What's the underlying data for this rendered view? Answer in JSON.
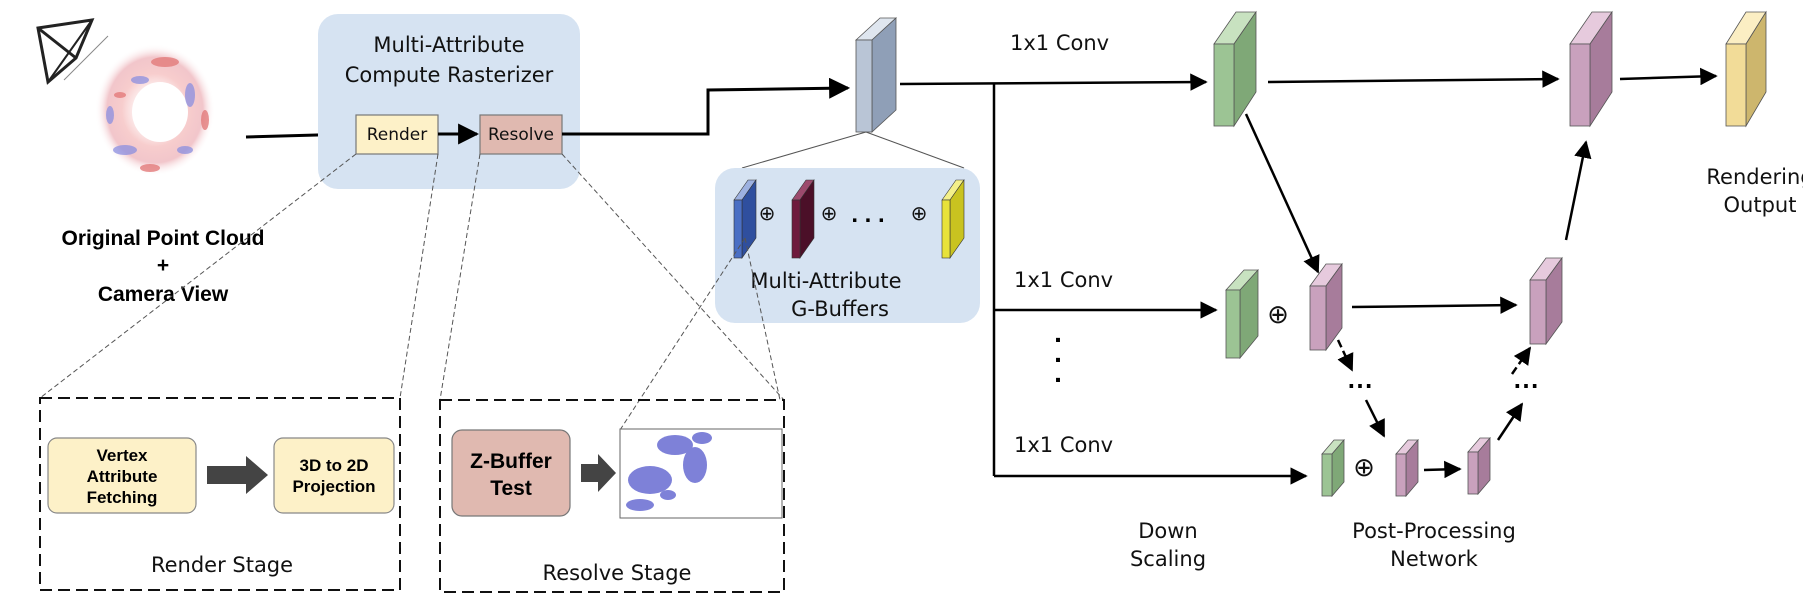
{
  "input": {
    "line1": "Original Point Cloud",
    "line2": "+",
    "line3": "Camera View"
  },
  "rasterizer": {
    "title_line1": "Multi-Attribute",
    "title_line2": "Compute Rasterizer",
    "render_label": "Render",
    "resolve_label": "Resolve"
  },
  "gbuffers": {
    "label_line1": "Multi-Attribute",
    "label_line2": "G-Buffers",
    "op": "⊕",
    "ellipsis": ". . ."
  },
  "render_stage": {
    "title": "Render Stage",
    "box1_line1": "Vertex",
    "box1_line2": "Attribute",
    "box1_line3": "Fetching",
    "box2_line1": "3D to 2D",
    "box2_line2": "Projection"
  },
  "resolve_stage": {
    "title": "Resolve Stage",
    "box1_line1": "Z-Buffer",
    "box1_line2": "Test"
  },
  "network": {
    "conv_label": "1x1 Conv",
    "op": "⊕",
    "dots": "⋯",
    "vdots": ".",
    "down_line1": "Down",
    "down_line2": "Scaling",
    "post_line1": "Post-Processing",
    "post_line2": "Network",
    "out_line1": "Rendering",
    "out_line2": "Output"
  },
  "colors": {
    "panel_blue": "#d6e3f2",
    "render_fill": "#fdf1c8",
    "resolve_fill": "#e0b9b0",
    "green": "#9cc494",
    "pink": "#c9a1bd",
    "yellow": "#f2dc98",
    "gray_blue": "#b9c5d6",
    "buf_blue": "#4a6fc4",
    "buf_maroon": "#6e1a3c",
    "buf_yellow": "#e8e23a"
  }
}
